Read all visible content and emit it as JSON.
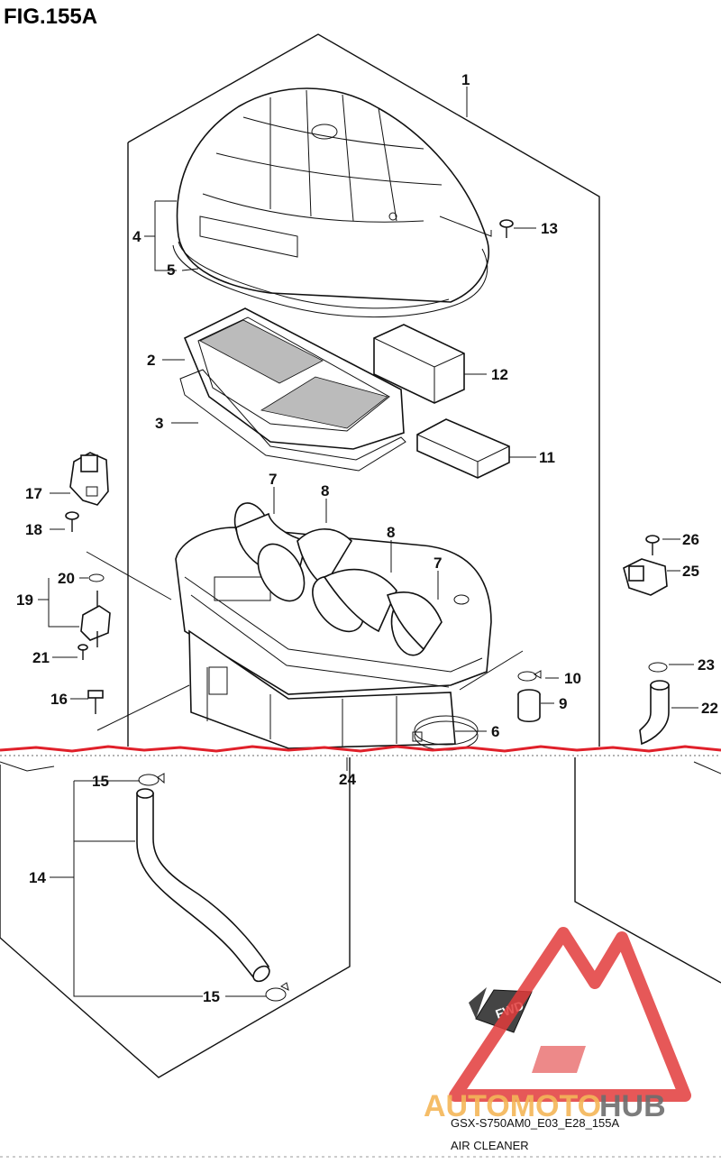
{
  "figure_title": "FIG.155A",
  "callouts": {
    "c1": "1",
    "c2": "2",
    "c3": "3",
    "c4": "4",
    "c5": "5",
    "c6": "6",
    "c7a": "7",
    "c7b": "7",
    "c8a": "8",
    "c8b": "8",
    "c9": "9",
    "c10": "10",
    "c11": "11",
    "c12": "12",
    "c13": "13",
    "c14": "14",
    "c15a": "15",
    "c15b": "15",
    "c16": "16",
    "c17": "17",
    "c18": "18",
    "c19": "19",
    "c20": "20",
    "c21": "21",
    "c22": "22",
    "c23": "23",
    "c24": "24",
    "c25": "25",
    "c26": "26"
  },
  "fwd_label": "FWD",
  "watermark": {
    "part1": "AUTOMOTO",
    "part2": "HUB"
  },
  "footer": {
    "model_code": "GSX-S750AM0_E03_E28_155A",
    "section_name": "AIR CLEANER"
  },
  "colors": {
    "tear_line": "#e0202a",
    "watermark_red": "#e23b3b",
    "watermark_orange": "#f2a93b",
    "watermark_dark": "#555555"
  }
}
